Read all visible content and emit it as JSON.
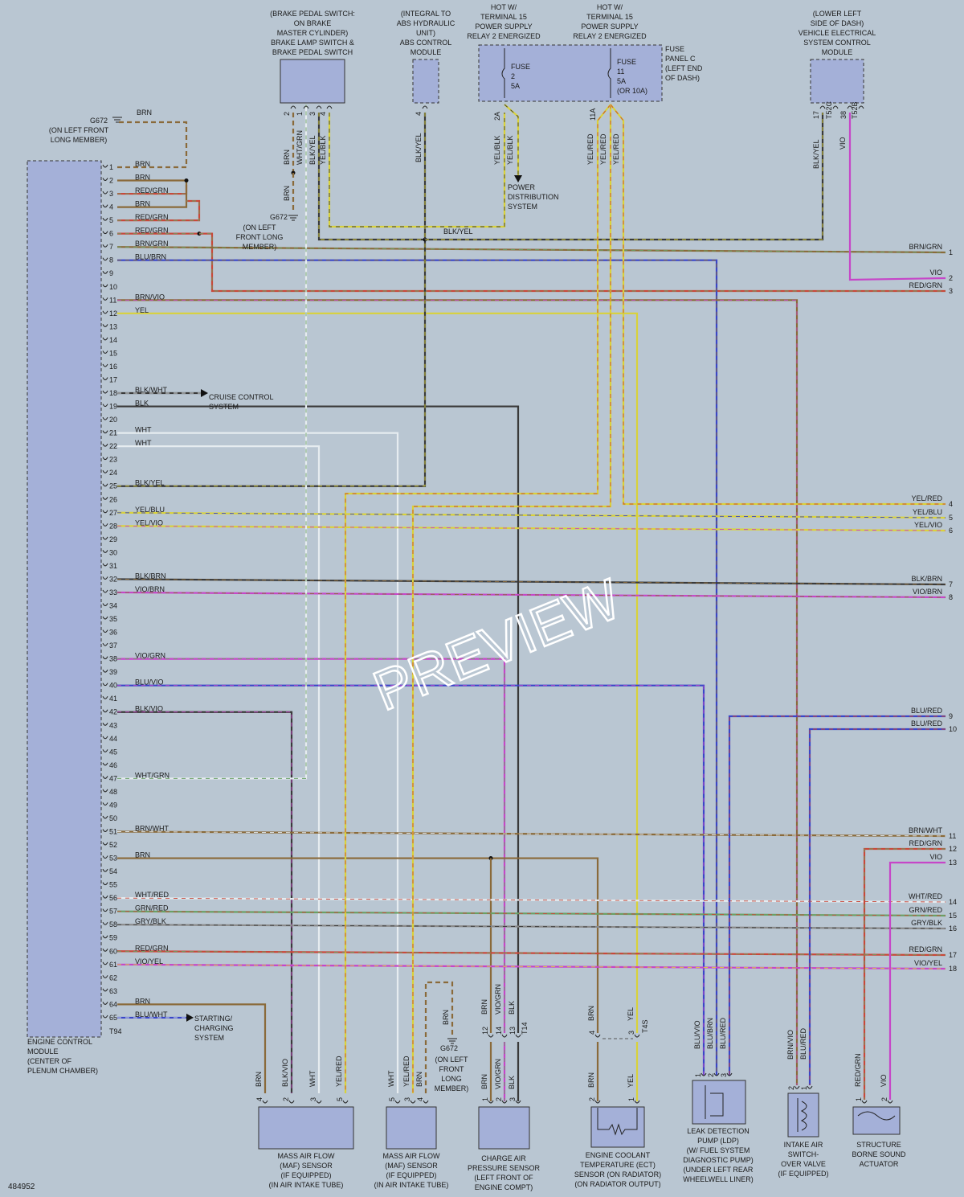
{
  "doc_number": "484952",
  "watermark": "PREVIEW",
  "ecm": {
    "label": [
      "ENGINE CONTROL",
      "MODULE",
      "(CENTER OF",
      "PLENUM CHAMBER)"
    ],
    "connector": "T94",
    "pins": [
      {
        "n": "1",
        "c": "BRN"
      },
      {
        "n": "2",
        "c": "BRN"
      },
      {
        "n": "3",
        "c": "RED/GRN"
      },
      {
        "n": "4",
        "c": "BRN"
      },
      {
        "n": "5",
        "c": "RED/GRN"
      },
      {
        "n": "6",
        "c": "RED/GRN"
      },
      {
        "n": "7",
        "c": "BRN/GRN"
      },
      {
        "n": "8",
        "c": "BLU/BRN"
      },
      {
        "n": "9",
        "c": ""
      },
      {
        "n": "10",
        "c": ""
      },
      {
        "n": "11",
        "c": "BRN/VIO"
      },
      {
        "n": "12",
        "c": "YEL"
      },
      {
        "n": "13",
        "c": ""
      },
      {
        "n": "14",
        "c": ""
      },
      {
        "n": "15",
        "c": ""
      },
      {
        "n": "16",
        "c": ""
      },
      {
        "n": "17",
        "c": ""
      },
      {
        "n": "18",
        "c": "BLK/WHT"
      },
      {
        "n": "19",
        "c": "BLK"
      },
      {
        "n": "20",
        "c": ""
      },
      {
        "n": "21",
        "c": "WHT"
      },
      {
        "n": "22",
        "c": "WHT"
      },
      {
        "n": "23",
        "c": ""
      },
      {
        "n": "24",
        "c": ""
      },
      {
        "n": "25",
        "c": "BLK/YEL"
      },
      {
        "n": "26",
        "c": ""
      },
      {
        "n": "27",
        "c": "YEL/BLU"
      },
      {
        "n": "28",
        "c": "YEL/VIO"
      },
      {
        "n": "29",
        "c": ""
      },
      {
        "n": "30",
        "c": ""
      },
      {
        "n": "31",
        "c": ""
      },
      {
        "n": "32",
        "c": "BLK/BRN"
      },
      {
        "n": "33",
        "c": "VIO/BRN"
      },
      {
        "n": "34",
        "c": ""
      },
      {
        "n": "35",
        "c": ""
      },
      {
        "n": "36",
        "c": ""
      },
      {
        "n": "37",
        "c": ""
      },
      {
        "n": "38",
        "c": "VIO/GRN"
      },
      {
        "n": "39",
        "c": ""
      },
      {
        "n": "40",
        "c": "BLU/VIO"
      },
      {
        "n": "41",
        "c": ""
      },
      {
        "n": "42",
        "c": "BLK/VIO"
      },
      {
        "n": "43",
        "c": ""
      },
      {
        "n": "44",
        "c": ""
      },
      {
        "n": "45",
        "c": ""
      },
      {
        "n": "46",
        "c": ""
      },
      {
        "n": "47",
        "c": "WHT/GRN"
      },
      {
        "n": "48",
        "c": ""
      },
      {
        "n": "49",
        "c": ""
      },
      {
        "n": "50",
        "c": ""
      },
      {
        "n": "51",
        "c": "BRN/WHT"
      },
      {
        "n": "52",
        "c": ""
      },
      {
        "n": "53",
        "c": "BRN"
      },
      {
        "n": "54",
        "c": ""
      },
      {
        "n": "55",
        "c": ""
      },
      {
        "n": "56",
        "c": "WHT/RED"
      },
      {
        "n": "57",
        "c": "GRN/RED"
      },
      {
        "n": "58",
        "c": "GRY/BLK"
      },
      {
        "n": "59",
        "c": ""
      },
      {
        "n": "60",
        "c": "RED/GRN"
      },
      {
        "n": "61",
        "c": "VIO/YEL"
      },
      {
        "n": "62",
        "c": ""
      },
      {
        "n": "63",
        "c": ""
      },
      {
        "n": "64",
        "c": "BRN"
      },
      {
        "n": "65",
        "c": "BLU/WHT"
      }
    ]
  },
  "components": {
    "brake": {
      "label": [
        "(BRAKE PEDAL SWITCH:",
        "ON BRAKE",
        "MASTER CYLINDER)",
        "BRAKE LAMP SWITCH &",
        "BRAKE PEDAL SWITCH"
      ],
      "pins": [
        "2",
        "1",
        "3",
        "4"
      ],
      "wires": [
        "BRN",
        "WHT/GRN",
        "BLK/YEL",
        "YEL/BLK"
      ]
    },
    "abs": {
      "label": [
        "(INTEGRAL TO",
        "ABS HYDRAULIC",
        "UNIT)",
        "ABS CONTROL",
        "MODULE"
      ],
      "pin": "4",
      "wire": "BLK/YEL"
    },
    "fuse_left": {
      "hot": [
        "HOT W/",
        "TERMINAL 15",
        "POWER SUPPLY",
        "RELAY 2 ENERGIZED"
      ],
      "label": [
        "FUSE",
        "2",
        "5A"
      ],
      "pin": "2A",
      "wires": [
        "YEL/BLK",
        "YEL/BLK"
      ]
    },
    "fuse_right": {
      "hot": [
        "HOT W/",
        "TERMINAL 15",
        "POWER SUPPLY",
        "RELAY 2 ENERGIZED"
      ],
      "label": [
        "FUSE",
        "11",
        "5A",
        "(OR 10A)"
      ],
      "pin": "11A",
      "wires": [
        "YEL/RED",
        "YEL/RED",
        "YEL/RED"
      ]
    },
    "fuse_panel": [
      "FUSE",
      "PANEL C",
      "(LEFT END",
      "OF DASH)"
    ],
    "power_dist": [
      "POWER",
      "DISTRIBUTION",
      "SYSTEM"
    ],
    "vesc": {
      "label": [
        "(LOWER LEFT",
        "SIDE OF DASH)",
        "VEHICLE ELECTRICAL",
        "SYSTEM CONTROL",
        "MODULE"
      ],
      "pins": [
        "17",
        "T52C",
        "38",
        "T52B"
      ],
      "wires": [
        "BLK/YEL",
        "VIO"
      ]
    },
    "g672_top": {
      "id": "G672",
      "label": [
        "(ON LEFT FRONT",
        "LONG MEMBER)"
      ],
      "wire": "BRN"
    },
    "g672_mid": {
      "id": "G672",
      "label": [
        "(ON LEFT",
        "FRONT LONG",
        "MEMBER)"
      ],
      "wire": "BRN"
    },
    "g672_low": {
      "id": "G672",
      "label": [
        "(ON LEFT",
        "FRONT",
        "LONG",
        "MEMBER)"
      ],
      "wire": "BRN"
    },
    "splice_label": "BLK/YEL",
    "cruise": [
      "CRUISE CONTROL",
      "SYSTEM"
    ],
    "starting": [
      "STARTING/",
      "CHARGING",
      "SYSTEM"
    ],
    "maf1": {
      "label": [
        "MASS AIR FLOW",
        "(MAF) SENSOR",
        "(IF EQUIPPED)",
        "(IN AIR INTAKE TUBE)"
      ],
      "pins": [
        "4",
        "2",
        "3",
        "5"
      ],
      "wires": [
        "BRN",
        "BLK/VIO",
        "WHT",
        "YEL/RED"
      ]
    },
    "maf2": {
      "label": [
        "MASS AIR FLOW",
        "(MAF) SENSOR",
        "(IF EQUIPPED)",
        "(IN AIR INTAKE TUBE)"
      ],
      "pins": [
        "5",
        "3",
        "4"
      ],
      "wires": [
        "WHT",
        "YEL/RED",
        "BRN"
      ]
    },
    "cap": {
      "label": [
        "CHARGE AIR",
        "PRESSURE SENSOR",
        "(LEFT FRONT OF",
        "ENGINE COMPT)"
      ],
      "pins": [
        "1",
        "2",
        "3"
      ],
      "wires": [
        "BRN",
        "VIO/GRN",
        "BLK"
      ],
      "conn_pins": [
        "12",
        "14",
        "13"
      ],
      "conn": "T14",
      "upper_wires": [
        "BRN",
        "VIO/GRN",
        "BLK"
      ]
    },
    "ect": {
      "label": [
        "ENGINE COOLANT",
        "TEMPERATURE (ECT)",
        "SENSOR (ON RADIATOR)",
        "(ON RADIATOR OUTPUT)"
      ],
      "pins": [
        "2",
        "1"
      ],
      "wires": [
        "BRN",
        "YEL"
      ],
      "conn_pins": [
        "4",
        "3"
      ],
      "conn": "T4S",
      "upper_wires": [
        "BRN",
        "YEL"
      ]
    },
    "ldp": {
      "label": [
        "LEAK DETECTION",
        "PUMP (LDP)",
        "(W/ FUEL SYSTEM",
        "DIAGNOSTIC PUMP)",
        "(UNDER LEFT REAR",
        "WHEELWELL LINER)"
      ],
      "pins": [
        "1",
        "2",
        "3"
      ],
      "wires": [
        "BLU/VIO",
        "BLU/BRN",
        "BLU/RED"
      ]
    },
    "iasv": {
      "label": [
        "INTAKE AIR",
        "SWITCH-",
        "OVER VALVE",
        "(IF EQUIPPED)"
      ],
      "pins": [
        "2",
        "1"
      ],
      "wires": [
        "BRN/VIO",
        "BLU/RED"
      ]
    },
    "sbsa": {
      "label": [
        "STRUCTURE",
        "BORNE SOUND",
        "ACTUATOR"
      ],
      "pins": [
        "1",
        "2"
      ],
      "wires": [
        "RED/GRN",
        "VIO"
      ]
    }
  },
  "right_connectors": [
    {
      "n": "1",
      "c": "BRN/GRN"
    },
    {
      "n": "2",
      "c": "VIO"
    },
    {
      "n": "3",
      "c": "RED/GRN"
    },
    {
      "n": "4",
      "c": "YEL/RED"
    },
    {
      "n": "5",
      "c": "YEL/BLU"
    },
    {
      "n": "6",
      "c": "YEL/VIO"
    },
    {
      "n": "7",
      "c": "BLK/BRN"
    },
    {
      "n": "8",
      "c": "VIO/BRN"
    },
    {
      "n": "9",
      "c": "BLU/RED"
    },
    {
      "n": "10",
      "c": "BLU/RED"
    },
    {
      "n": "11",
      "c": "BRN/WHT"
    },
    {
      "n": "12",
      "c": "RED/GRN"
    },
    {
      "n": "13",
      "c": "VIO"
    },
    {
      "n": "14",
      "c": "WHT/RED"
    },
    {
      "n": "15",
      "c": "GRN/RED"
    },
    {
      "n": "16",
      "c": "GRY/BLK"
    },
    {
      "n": "17",
      "c": "RED/GRN"
    },
    {
      "n": "18",
      "c": "VIO/YEL"
    }
  ],
  "wire_colors": {
    "BRN": "#8a6a3a",
    "RED": "#c8483a",
    "GRN": "#6aa064",
    "YEL": "#d9d23a",
    "BLU": "#3a46c8",
    "VIO": "#c646c8",
    "BLK": "#3a3a3a",
    "WHT": "#e6ecf0",
    "GRY": "#8a8a8a",
    "ORG": "#e89a3a",
    "component": "#a4b0d8"
  }
}
